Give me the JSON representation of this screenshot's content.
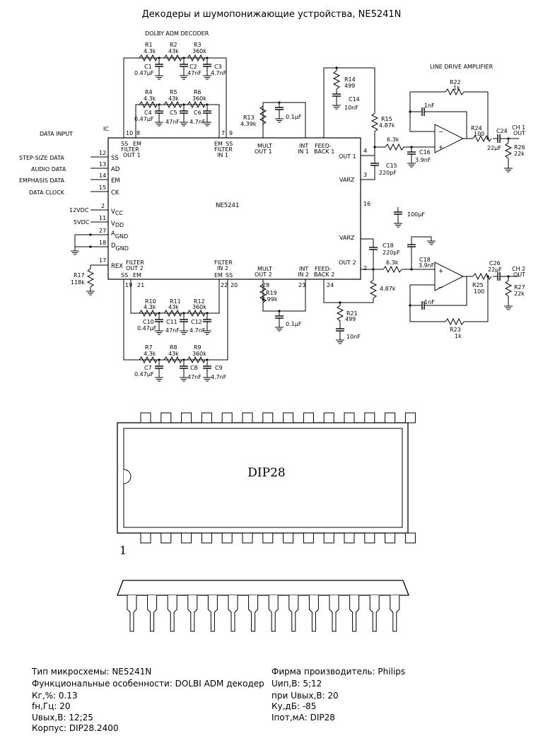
{
  "title": "Декодеры и шумопонижающие устройства, NE5241N",
  "section_labels": {
    "dolby": "DOLBY ADM DECODER",
    "line_drive": "LINE DRIVE AMPLIFIER",
    "data_input": "DATA INPUT",
    "ic": "IC",
    "chip": "NE5241"
  },
  "inputs": [
    {
      "label": "STEP-SIZE DATA",
      "pin": "12",
      "name": "SS"
    },
    {
      "label": "AUDIO DATA",
      "pin": "13",
      "name": "AD"
    },
    {
      "label": "EMPHASIS DATA",
      "pin": "14",
      "name": "EM"
    },
    {
      "label": "DATA CLOCK",
      "pin": "15",
      "name": "CK"
    }
  ],
  "power": [
    {
      "label": "12VDC",
      "pin": "2",
      "name_main": "V",
      "name_sub": "CC"
    },
    {
      "label": "5VDC",
      "pin": "11",
      "name_main": "V",
      "name_sub": "DD"
    },
    {
      "label": "",
      "pin": "27",
      "name_main": "A",
      "name_sub": "GND"
    },
    {
      "label": "",
      "pin": "18",
      "name_main": "D",
      "name_sub": "GND"
    }
  ],
  "ic_pins": {
    "top_left": [
      "10",
      "8",
      "7",
      "9"
    ],
    "top_left_names": [
      "SS",
      "EM",
      "EM",
      "SS"
    ],
    "filter_out1": [
      "FILTER",
      "OUT 1"
    ],
    "filter_in1": [
      "FILTER",
      "IN 1"
    ],
    "mult_out1": [
      "MULT",
      "OUT 1"
    ],
    "int_in1": [
      "INT",
      "IN 1"
    ],
    "feedback1": [
      "FEED-",
      "BACK 1"
    ],
    "out1": "OUT 1",
    "out1_pin": "4",
    "varz1": "VARZ",
    "varz1_pin": "3",
    "pin16": "16",
    "varz2": "VARZ",
    "out2": "OUT 2",
    "out2_pin": "2",
    "rex": "REX",
    "rex_pin": "17",
    "bottom_pins": [
      "19",
      "21",
      "22",
      "20",
      "28",
      "23",
      "24"
    ],
    "bottom_names": [
      "SS",
      "EM",
      "EM",
      "SS"
    ],
    "filter_out2": [
      "FILTER",
      "OUT 2"
    ],
    "filter_in2": [
      "FILTER",
      "IN 2"
    ],
    "mult_out2": [
      "MULT",
      "OUT 2"
    ],
    "int_in2": [
      "INT",
      "IN 2"
    ],
    "feedback2": [
      "FEED-",
      "BACK 2"
    ]
  },
  "components": {
    "r1": [
      "R1",
      "4.3k"
    ],
    "r2": [
      "R2",
      "43k"
    ],
    "r3": [
      "R3",
      "360k"
    ],
    "c1": [
      "C1",
      "0.47µF"
    ],
    "c2": [
      "C2",
      "47nF"
    ],
    "c3": [
      "C3",
      "4.7nF"
    ],
    "r4": [
      "R4",
      "4.3k"
    ],
    "r5": [
      "R5",
      "43k"
    ],
    "r6": [
      "R6",
      "360k"
    ],
    "c4": [
      "C4",
      "0.47µF"
    ],
    "c5": [
      "C5",
      "47nF"
    ],
    "c6": [
      "C6",
      "4.7nF"
    ],
    "r13": [
      "R13",
      "4.39k"
    ],
    "c13": "0.1µF",
    "r14": [
      "R14",
      "499"
    ],
    "c14": [
      "C14",
      "10nF"
    ],
    "r15": [
      "R15",
      "4.87k"
    ],
    "c15": [
      "C15",
      "220pF"
    ],
    "r16": "6.3k",
    "c16": [
      "C16",
      "3.9nF"
    ],
    "cfb1": "1nF",
    "r22": [
      "R22",
      "1k"
    ],
    "r24": [
      "R24",
      "100"
    ],
    "c24": [
      "C24",
      "22µF"
    ],
    "r26": [
      "R26",
      "22k"
    ],
    "ch1": [
      "CH 1",
      "OUT"
    ],
    "c100": "100µF",
    "c18a": [
      "C18",
      "220pF"
    ],
    "c18b": [
      "C18",
      "3.9nF"
    ],
    "r18": "6.3k",
    "r_fb2": "4.87k",
    "r21": [
      "R21",
      "499"
    ],
    "c21": "10nF",
    "cfb2": "1nF",
    "r23": [
      "R23",
      "1k"
    ],
    "r25": [
      "R25",
      "100"
    ],
    "c26": [
      "C26",
      "22µF"
    ],
    "r27": [
      "R27",
      "22k"
    ],
    "ch2": [
      "CH 2",
      "OUT"
    ],
    "r19": [
      "R19",
      "4.99k"
    ],
    "c19": "0.1µF",
    "r17": [
      "R17",
      "118k"
    ],
    "r10": [
      "R10",
      "4.3k"
    ],
    "r11": [
      "R11",
      "43k"
    ],
    "r12": [
      "R12",
      "360k"
    ],
    "c10": [
      "C10",
      "0.47µF"
    ],
    "c11": [
      "C11",
      "47nF"
    ],
    "c12": [
      "C12",
      "4.7nF"
    ],
    "r7": [
      "R7",
      "4.3k"
    ],
    "r8": [
      "R8",
      "43k"
    ],
    "r9": [
      "R9",
      "360k"
    ],
    "c7": [
      "C7",
      "0.47µF"
    ],
    "c8": [
      "C8",
      "47nF"
    ],
    "c9": [
      "C9",
      "4.7nF"
    ]
  },
  "package": {
    "label": "DIP28",
    "pin1": "1"
  },
  "specs_left": [
    "Тип микросхемы: NE5241N",
    "Функциональные особенности: DOLBI ADM декодер",
    "Кг,%: 0.13",
    "fн,Гц: 20",
    "Uвых,В: 12;25",
    "Корпус: DIP28.2400"
  ],
  "specs_right": [
    "Фирма производитель: Philips",
    "Uип,В: 5;12",
    "при Uвых,В: 20",
    "Ку,дБ: -85",
    "Iпот,мА: DIP28"
  ]
}
